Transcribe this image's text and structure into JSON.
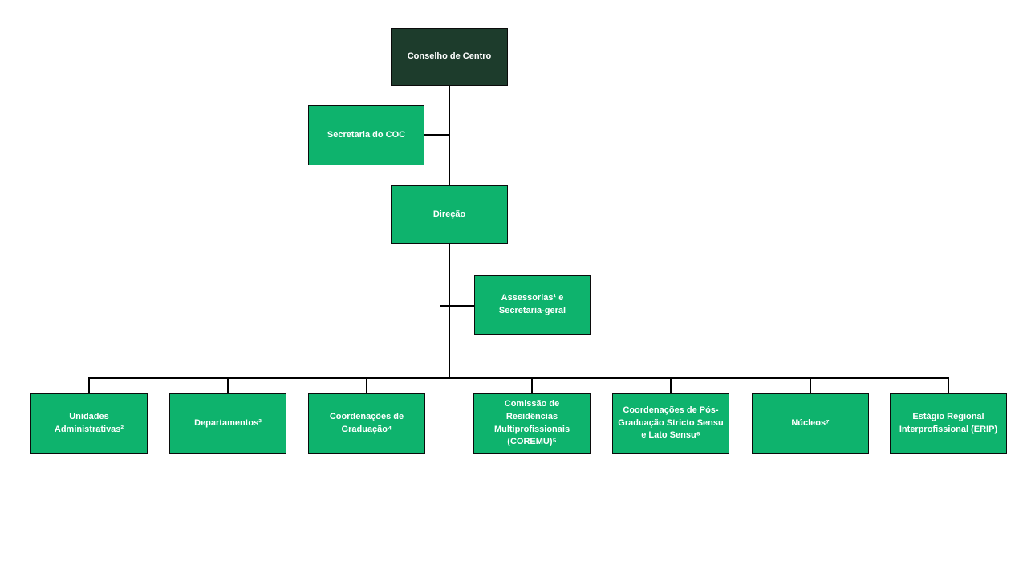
{
  "org_chart": {
    "title": "organograma",
    "colors": {
      "root_fill": "#1d3c2c",
      "node_fill": "#0eb36d",
      "node_border": "#0b0b0b",
      "connector": "#000000",
      "text": "#ffffff",
      "background": "#ffffff"
    },
    "root": {
      "label": "Conselho de Centro"
    },
    "secretariat": {
      "label": "Secretaria do COC"
    },
    "direction": {
      "label": "Direção"
    },
    "advisory": {
      "label": "Assessorias¹ e Secretaria-geral"
    },
    "units": [
      {
        "label": "Unidades Administrativas²"
      },
      {
        "label": "Departamentos³"
      },
      {
        "label": "Coordenações de Graduação⁴"
      },
      {
        "label": "Comissão de Residências Multiprofissionais (COREMU)⁵"
      },
      {
        "label": "Coordenações de Pós-Graduação Stricto Sensu e Lato Sensu⁶"
      },
      {
        "label": "Núcleos⁷"
      },
      {
        "label": "Estágio Regional Interprofissional (ERIP)"
      }
    ]
  }
}
